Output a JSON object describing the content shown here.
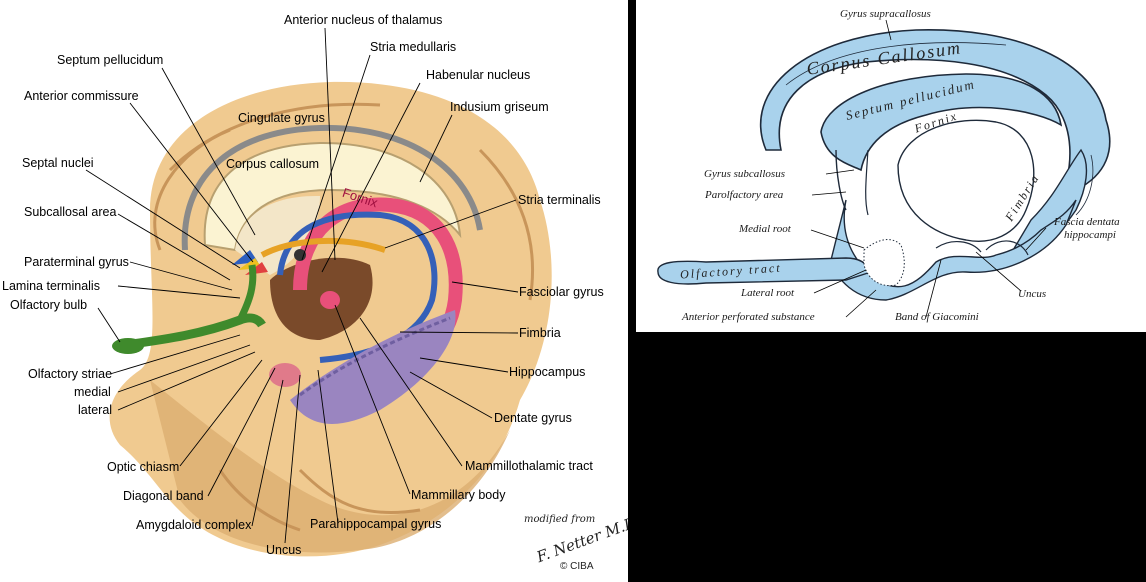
{
  "left_figure": {
    "labels": {
      "anterior_nucleus_thalamus": "Anterior nucleus of thalamus",
      "stria_medullaris": "Stria medullaris",
      "septum_pellucidum": "Septum pellucidum",
      "habenular_nucleus": "Habenular nucleus",
      "anterior_commissure": "Anterior commissure",
      "indusium_griseum": "Indusium griseum",
      "cingulate_gyrus": "Cingulate gyrus",
      "corpus_callosum": "Corpus callosum",
      "septal_nuclei": "Septal nuclei",
      "fornix": "Fornix",
      "stria_terminalis": "Stria terminalis",
      "subcallosal_area": "Subcallosal area",
      "paraterminal_gyrus": "Paraterminal gyrus",
      "lamina_terminalis": "Lamina terminalis",
      "olfactory_bulb": "Olfactory bulb",
      "fasciolar_gyrus": "Fasciolar gyrus",
      "fimbria": "Fimbria",
      "olfactory_striae": "Olfactory striae",
      "medial": "medial",
      "lateral": "lateral",
      "hippocampus": "Hippocampus",
      "dentate_gyrus": "Dentate gyrus",
      "optic_chiasm": "Optic chiasm",
      "mammillothalamic_tract": "Mammillothalamic tract",
      "diagonal_band": "Diagonal band",
      "mammillary_body": "Mammillary body",
      "amygdaloid_complex": "Amygdaloid complex",
      "parahippocampal_gyrus": "Parahippocampal gyrus",
      "uncus": "Uncus"
    },
    "credit": {
      "line1": "modified from",
      "signature": "F. Netter M.D.",
      "copyright": "© CIBA"
    },
    "colors": {
      "brain_tan": "#f0ca90",
      "brain_dark": "#c8955a",
      "callosum": "#fbf3d2",
      "fornix_pink": "#e8507a",
      "blue_tract": "#3560b8",
      "orange_tract": "#e7a225",
      "green_olfactory": "#3f8a2c",
      "hippocampus_purple": "#9a85c0"
    }
  },
  "right_figure": {
    "labels": {
      "gyrus_supracallosus": "Gyrus supracallosus",
      "corpus_callosum": "Corpus Callosum",
      "septum_pellucidum": "Septum pellucidum",
      "fornix": "Fornix",
      "fimbria": "Fimbria",
      "olfactory_tract": "Olfactory tract",
      "gyrus_subcallosus": "Gyrus subcallosus",
      "parolfactory_area": "Parolfactory area",
      "medial_root": "Medial root",
      "lateral_root": "Lateral root",
      "anterior_perforated_substance": "Anterior perforated substance",
      "band_of_giacomini": "Band of Giacomini",
      "uncus": "Uncus",
      "fascia_dentata": "Fascia dentata",
      "hippocampi": "hippocampi"
    },
    "colors": {
      "fill_blue": "#a9d2ec",
      "outline": "#1e2a3a"
    }
  }
}
